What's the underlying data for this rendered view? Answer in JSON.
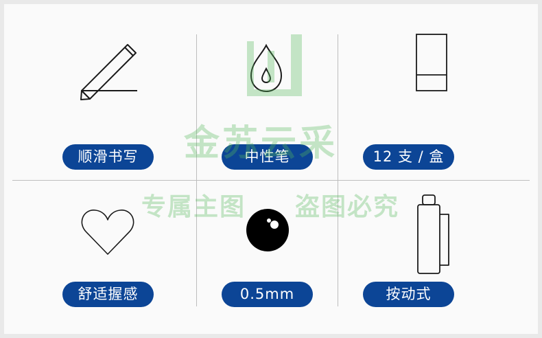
{
  "colors": {
    "pill_bg": "#0c4596",
    "pill_text": "#ffffff",
    "panel_bg": "#fafafa",
    "page_bg": "#e9e9e9",
    "divider": "#bdbdbd",
    "icon_stroke": "#1a1a1a",
    "watermark": "#56b85b"
  },
  "features": [
    {
      "icon": "pencil-icon",
      "label": "顺滑书写"
    },
    {
      "icon": "ink-drop-icon",
      "label": "中性笔"
    },
    {
      "icon": "eraser-box-icon",
      "label": "12 支 / 盒"
    },
    {
      "icon": "heart-icon",
      "label": "舒适握感"
    },
    {
      "icon": "ball-tip-icon",
      "label": "0.5mm"
    },
    {
      "icon": "retractable-pen-icon",
      "label": "按动式"
    }
  ],
  "watermark": {
    "brand": "金苏云采",
    "note_left": "专属主图",
    "note_right": "盗图必究"
  }
}
